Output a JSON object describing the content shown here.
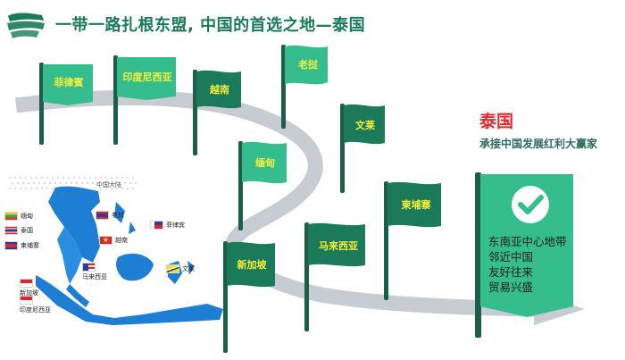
{
  "header": {
    "title": "一带一路扎根东盟, 中国的首选之地—泰国"
  },
  "colors": {
    "title": "#1a7a5a",
    "flag_light": "#36bd8e",
    "flag_dark": "#1a7a5a",
    "flag_text_light": "#f6ef3a",
    "flag_text_dark": "#ffffff",
    "road": "#c6ccd2",
    "thailand_title": "#e0282e",
    "thailand_subtitle": "#2f6b5e",
    "map_land": "#1e7ed4"
  },
  "route_flags": [
    {
      "label": "菲律賓",
      "shade": "light"
    },
    {
      "label": "印度尼西亚",
      "shade": "light"
    },
    {
      "label": "越南",
      "shade": "dark"
    },
    {
      "label": "老挝",
      "shade": "light"
    },
    {
      "label": "文莱",
      "shade": "dark"
    },
    {
      "label": "缅甸",
      "shade": "light"
    },
    {
      "label": "柬埔寨",
      "shade": "dark"
    },
    {
      "label": "马来西亚",
      "shade": "dark"
    },
    {
      "label": "新加坡",
      "shade": "dark"
    }
  ],
  "thailand": {
    "title": "泰国",
    "subtitle": "承接中国发展红利大赢家",
    "features": [
      "东南亚中心地带",
      "邻近中国",
      "友好往来",
      "贸易兴盛"
    ],
    "check_icon": "check-icon"
  },
  "map": {
    "china_label": "中国大陆",
    "legend": [
      {
        "label": "缅甸",
        "flag_icon": "myanmar-flag-icon"
      },
      {
        "label": "泰国",
        "flag_icon": "thailand-flag-icon"
      },
      {
        "label": "柬埔寨",
        "flag_icon": "cambodia-flag-icon"
      },
      {
        "label": "老挝",
        "flag_icon": "laos-flag-icon"
      },
      {
        "label": "越南",
        "flag_icon": "vietnam-flag-icon"
      },
      {
        "label": "菲律宾",
        "flag_icon": "philippines-flag-icon"
      },
      {
        "label": "马来西亚",
        "flag_icon": "malaysia-flag-icon"
      },
      {
        "label": "文莱",
        "flag_icon": "brunei-flag-icon"
      },
      {
        "label": "新加坡",
        "flag_icon": "singapore-flag-icon"
      },
      {
        "label": "印度尼西亚",
        "flag_icon": "indonesia-flag-icon"
      }
    ]
  }
}
